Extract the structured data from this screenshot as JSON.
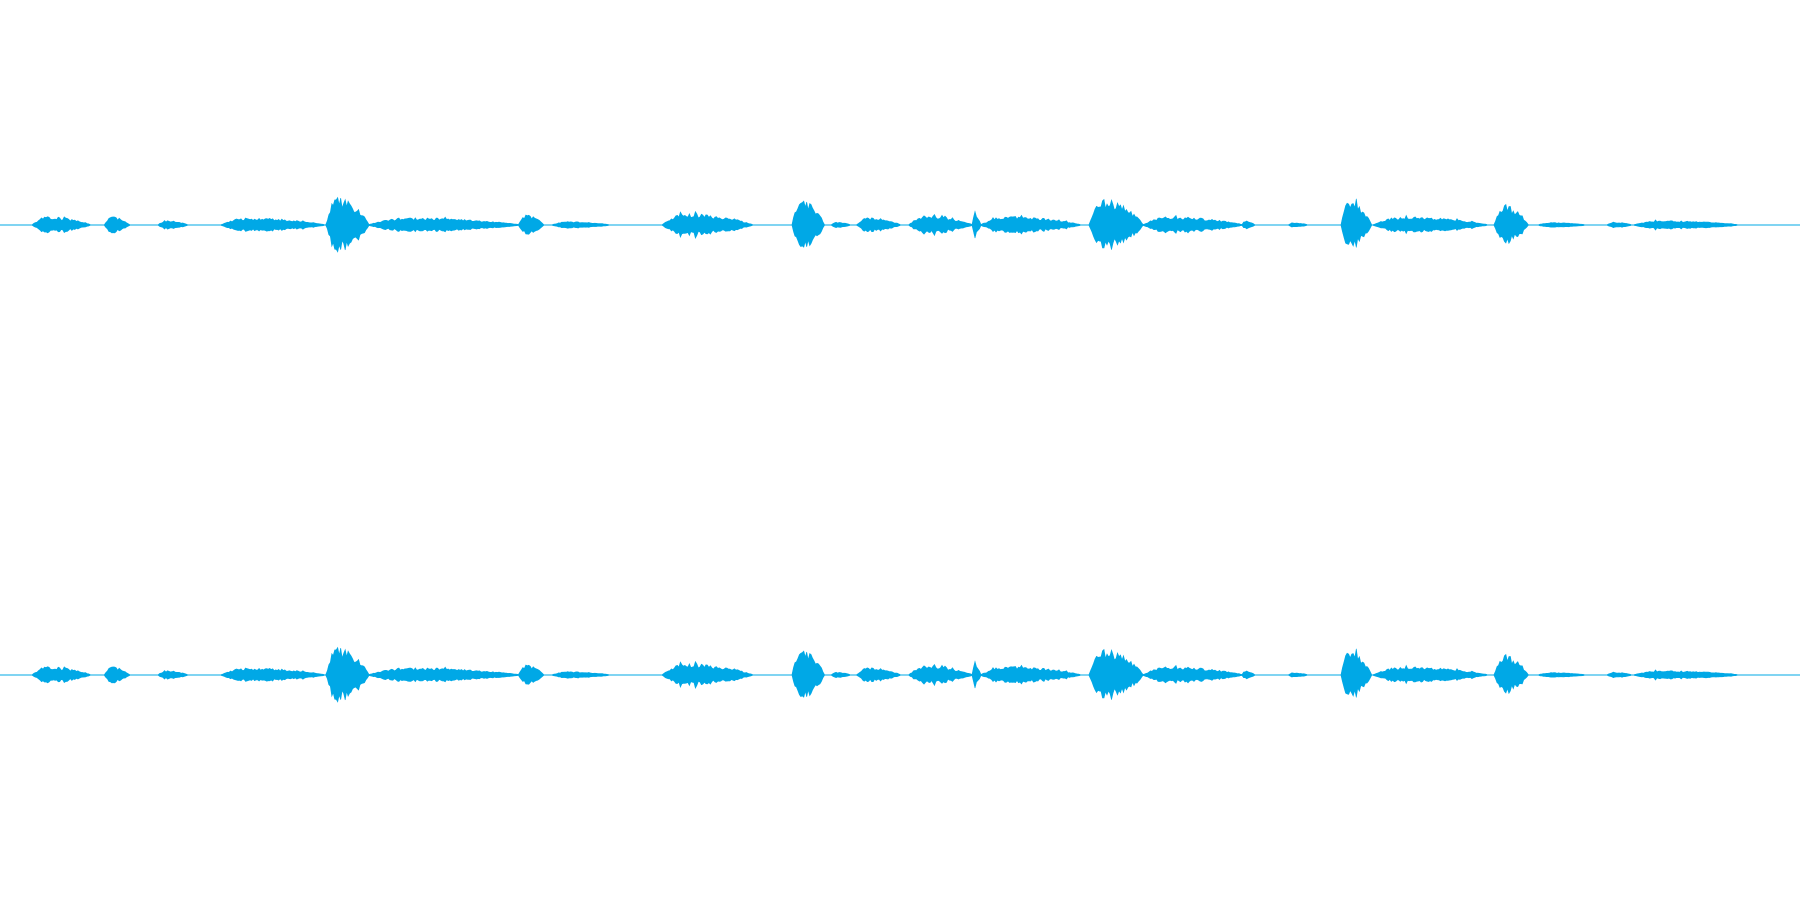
{
  "waveform": {
    "color": "#00a8e6",
    "background": "#ffffff",
    "channel_count": 2,
    "bursts": [
      {
        "start": 0.018,
        "end": 0.05,
        "amp": 0.16
      },
      {
        "start": 0.058,
        "end": 0.072,
        "amp": 0.16
      },
      {
        "start": 0.088,
        "end": 0.104,
        "amp": 0.08
      },
      {
        "start": 0.123,
        "end": 0.18,
        "amp": 0.14
      },
      {
        "start": 0.181,
        "end": 0.205,
        "amp": 0.55
      },
      {
        "start": 0.205,
        "end": 0.288,
        "amp": 0.14
      },
      {
        "start": 0.288,
        "end": 0.302,
        "amp": 0.2
      },
      {
        "start": 0.307,
        "end": 0.338,
        "amp": 0.06
      },
      {
        "start": 0.368,
        "end": 0.418,
        "amp": 0.22
      },
      {
        "start": 0.44,
        "end": 0.458,
        "amp": 0.5
      },
      {
        "start": 0.462,
        "end": 0.472,
        "amp": 0.05
      },
      {
        "start": 0.476,
        "end": 0.5,
        "amp": 0.14
      },
      {
        "start": 0.505,
        "end": 0.54,
        "amp": 0.18
      },
      {
        "start": 0.54,
        "end": 0.545,
        "amp": 0.22
      },
      {
        "start": 0.545,
        "end": 0.6,
        "amp": 0.17
      },
      {
        "start": 0.605,
        "end": 0.635,
        "amp": 0.52
      },
      {
        "start": 0.635,
        "end": 0.69,
        "amp": 0.16
      },
      {
        "start": 0.69,
        "end": 0.697,
        "amp": 0.08
      },
      {
        "start": 0.716,
        "end": 0.726,
        "amp": 0.04
      },
      {
        "start": 0.745,
        "end": 0.762,
        "amp": 0.48
      },
      {
        "start": 0.763,
        "end": 0.826,
        "amp": 0.16
      },
      {
        "start": 0.83,
        "end": 0.849,
        "amp": 0.4
      },
      {
        "start": 0.855,
        "end": 0.88,
        "amp": 0.04
      },
      {
        "start": 0.893,
        "end": 0.906,
        "amp": 0.05
      },
      {
        "start": 0.908,
        "end": 0.965,
        "amp": 0.08
      }
    ]
  }
}
